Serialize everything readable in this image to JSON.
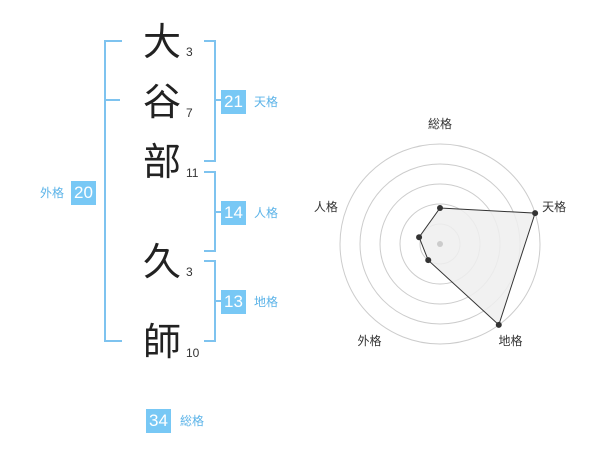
{
  "name_chars": [
    {
      "char": "大",
      "strokes": "3"
    },
    {
      "char": "谷",
      "strokes": "7"
    },
    {
      "char": "部",
      "strokes": "11"
    },
    {
      "char": "久",
      "strokes": "3"
    },
    {
      "char": "師",
      "strokes": "10"
    }
  ],
  "kaku": {
    "tenkaku": {
      "value": "21",
      "label": "天格"
    },
    "jinkaku": {
      "value": "14",
      "label": "人格"
    },
    "chikaku": {
      "value": "13",
      "label": "地格"
    },
    "gaikaku": {
      "value": "20",
      "label": "外格"
    },
    "soukaku": {
      "value": "34",
      "label": "総格"
    }
  },
  "radar": {
    "axes": [
      "総格",
      "天格",
      "地格",
      "外格",
      "人格"
    ],
    "max": 5,
    "values": [
      1.8,
      5,
      5,
      1,
      1.1
    ],
    "colors": {
      "grid": "#cccccc",
      "fill": "#eeeeee",
      "line": "#333333",
      "center": "#cccccc"
    }
  }
}
